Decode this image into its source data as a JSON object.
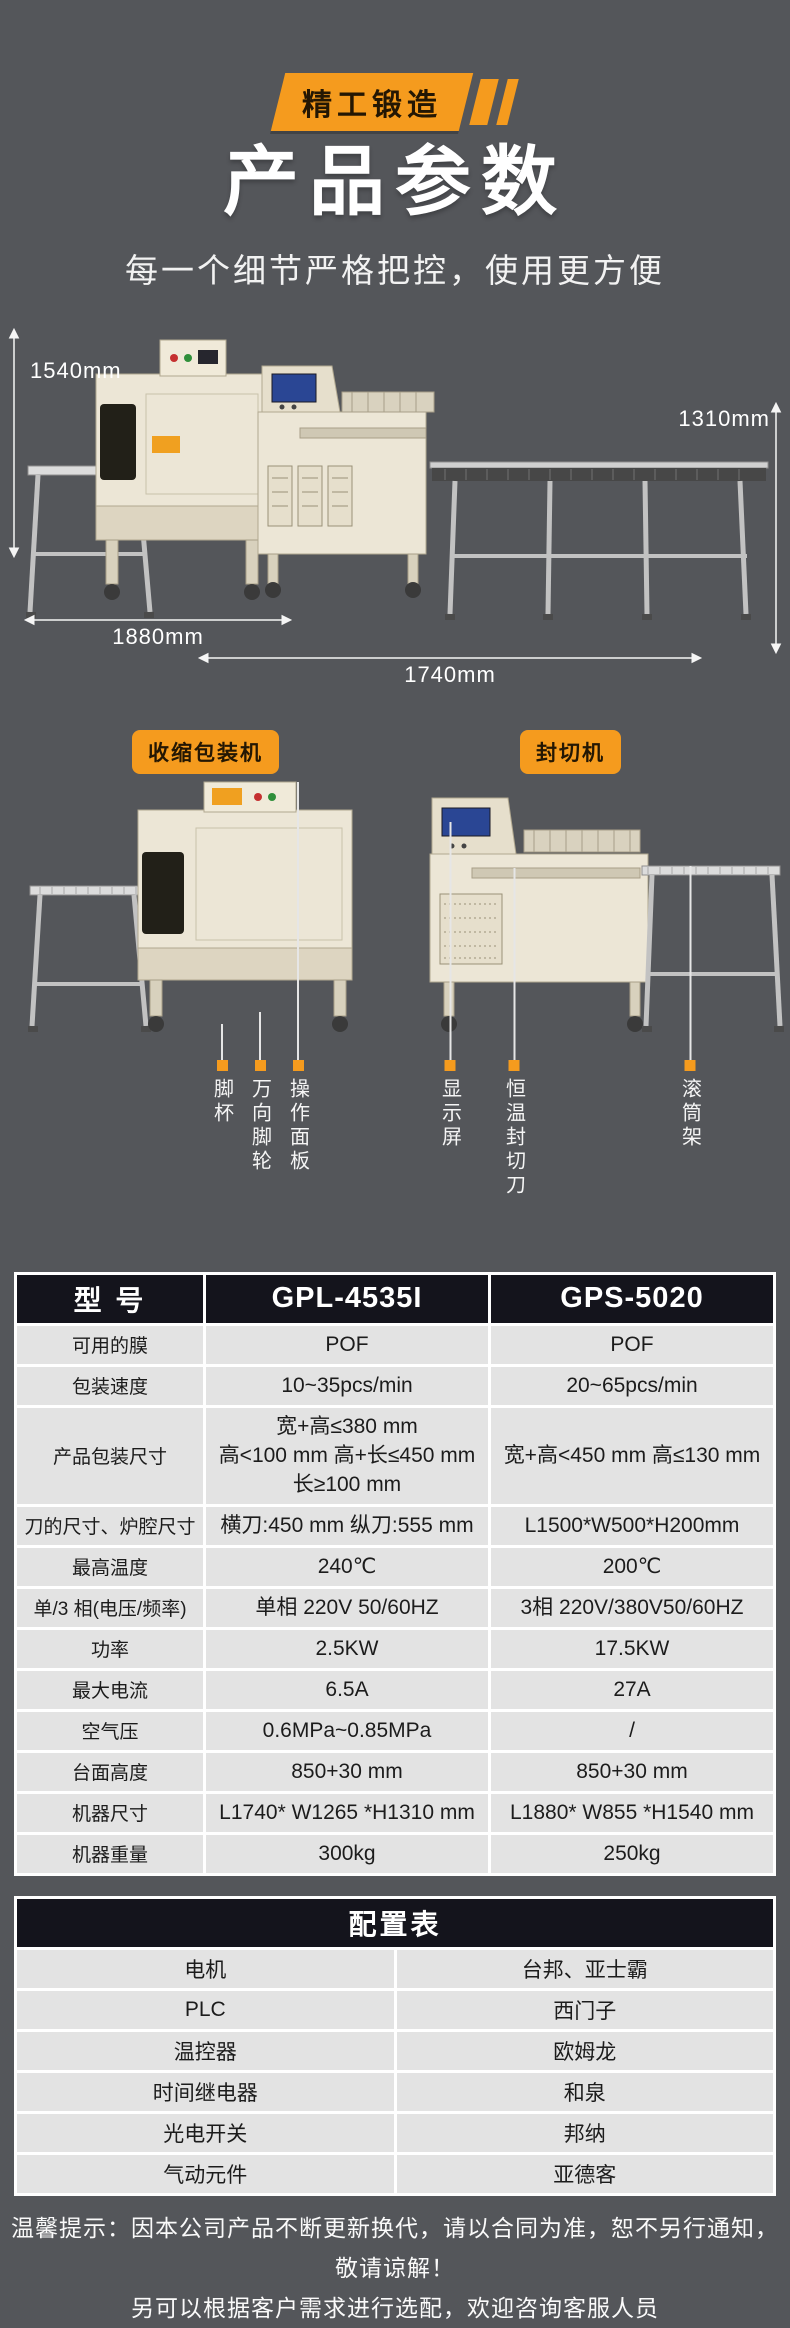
{
  "theme": {
    "page_bg": "#54565a",
    "accent_orange": "#f59b1e",
    "table_header_bg": "#14141c",
    "cell_bg": "#e3e3e3"
  },
  "header": {
    "ribbon": "精工锻造",
    "title": "产品参数",
    "subtitle": "每一个细节严格把控，使用更方便"
  },
  "overview": {
    "dims": {
      "left": "1540mm",
      "right": "1310mm",
      "bottom_left": "1880mm",
      "bottom_right": "1740mm"
    }
  },
  "detail": {
    "left_badge": "收缩包装机",
    "right_badge": "封切机",
    "callouts": [
      {
        "label": "脚杯"
      },
      {
        "label": "万向脚轮"
      },
      {
        "label": "操作面板"
      },
      {
        "label": "显示屏"
      },
      {
        "label": "恒温封切刀"
      },
      {
        "label": "滚筒架"
      }
    ]
  },
  "spec_table": {
    "columns": [
      "型 号",
      "GPL-4535I",
      "GPS-5020"
    ],
    "rows": [
      {
        "label": "可用的膜",
        "gpl": "POF",
        "gps": "POF"
      },
      {
        "label": "包装速度",
        "gpl": "10~35pcs/min",
        "gps": "20~65pcs/min"
      },
      {
        "label": "产品包装尺寸",
        "gpl": "宽+高≤380 mm\n高<100 mm 高+长≤450 mm\n长≥100 mm",
        "gps": "宽+高<450 mm 高≤130 mm"
      },
      {
        "label": "刀的尺寸、炉腔尺寸",
        "gpl": "横刀:450 mm 纵刀:555 mm",
        "gps": "L1500*W500*H200mm"
      },
      {
        "label": "最高温度",
        "gpl": "240℃",
        "gps": "200℃"
      },
      {
        "label": "单/3 相(电压/频率)",
        "gpl": "单相 220V 50/60HZ",
        "gps": "3相 220V/380V50/60HZ"
      },
      {
        "label": "功率",
        "gpl": "2.5KW",
        "gps": "17.5KW"
      },
      {
        "label": "最大电流",
        "gpl": "6.5A",
        "gps": "27A"
      },
      {
        "label": "空气压",
        "gpl": "0.6MPa~0.85MPa",
        "gps": "/"
      },
      {
        "label": "台面高度",
        "gpl": "850+30 mm",
        "gps": "850+30 mm"
      },
      {
        "label": "机器尺寸",
        "gpl": "L1740* W1265 *H1310 mm",
        "gps": "L1880* W855 *H1540 mm"
      },
      {
        "label": "机器重量",
        "gpl": "300kg",
        "gps": "250kg"
      }
    ]
  },
  "config_table": {
    "title": "配置表",
    "rows": [
      {
        "label": "电机",
        "value": "台邦、亚士霸"
      },
      {
        "label": "PLC",
        "value": "西门子"
      },
      {
        "label": "温控器",
        "value": "欧姆龙"
      },
      {
        "label": "时间继电器",
        "value": "和泉"
      },
      {
        "label": "光电开关",
        "value": "邦纳"
      },
      {
        "label": "气动元件",
        "value": "亚德客"
      }
    ]
  },
  "footer": {
    "line1": "温馨提示：因本公司产品不断更新换代，请以合同为准，恕不另行通知，敬请谅解！",
    "line2": "另可以根据客户需求进行选配，欢迎咨询客服人员"
  }
}
